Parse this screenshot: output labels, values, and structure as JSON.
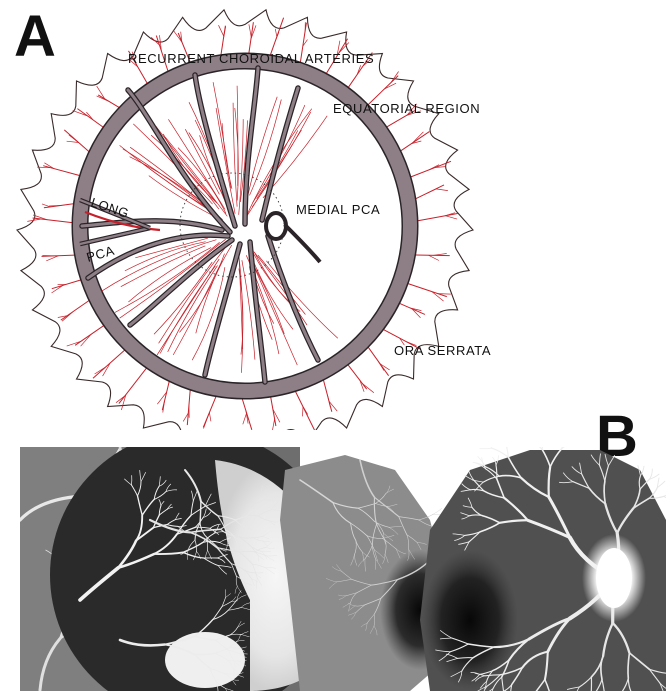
{
  "panel_a": {
    "letter": "A",
    "labels": {
      "recurrent_choroidal_arteries": "RECURRENT CHOROIDAL ARTERIES",
      "equatorial_region": "EQUATORIAL REGION",
      "medial_pca": "MEDIAL PCA",
      "long": "LONG",
      "pca": "PCA",
      "ora_serrata": "ORA SERRATA"
    },
    "colors": {
      "vessel_red": "#c8202a",
      "ring_fill": "#8e7f86",
      "ring_stroke": "#2a2428",
      "outline": "#3a2a2a"
    }
  },
  "panel_b": {
    "letter": "B",
    "image": "fluorescein-angiogram-montage"
  }
}
